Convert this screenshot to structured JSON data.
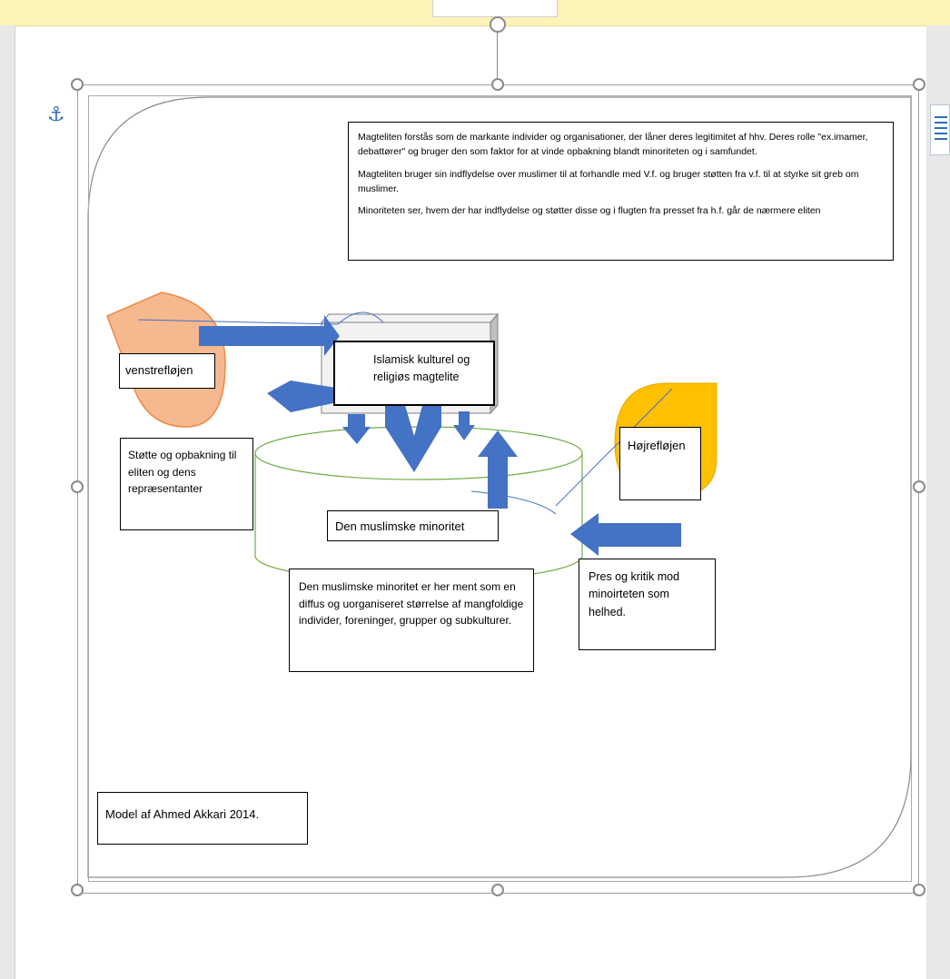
{
  "text_boxes": {
    "elite_description": {
      "p1": "Magteliten forstås som de markante individer og organisationer, der låner deres legitimitet af hhv. Deres rolle \"ex.imamer, debattører\" og bruger den som faktor for at vinde opbakning blandt minoriteten og i samfundet.",
      "p2": "Magteliten bruger sin indflydelse over muslimer til at forhandle med V.f. og bruger støtten fra v.f. til at styrke sit greb om muslimer.",
      "p3": "Minoriteten ser, hvem der har indflydelse og støtter disse og i flugten fra presset fra h.f. går de nærmere eliten"
    },
    "left_wing": "venstrefløjen",
    "elite_block": "Islamisk kulturel og religiøs magtelite",
    "support": "Støtte og opbakning til eliten og dens repræsentanter",
    "right_wing": "Højrefløjen",
    "minority_label": "Den muslimske minoritet",
    "minority_description": "Den muslimske minoritet er her ment som en diffus og uorganiseret størrelse af mangfoldige individer, foreninger, grupper og subkulturer.",
    "pressure": "Pres og kritik mod minoirteten som helhed.",
    "credit": "Model af Ahmed Akkari 2014."
  },
  "colors": {
    "arrow_blue": "#4472c4",
    "left_shape": "#f4b183",
    "right_shape": "#ffc000",
    "cylinder_outline": "#70ad47",
    "cube_gray": "#d9d9d9"
  },
  "icons": {
    "anchor": "anchor-icon",
    "layout_options": "layout-options-icon"
  }
}
